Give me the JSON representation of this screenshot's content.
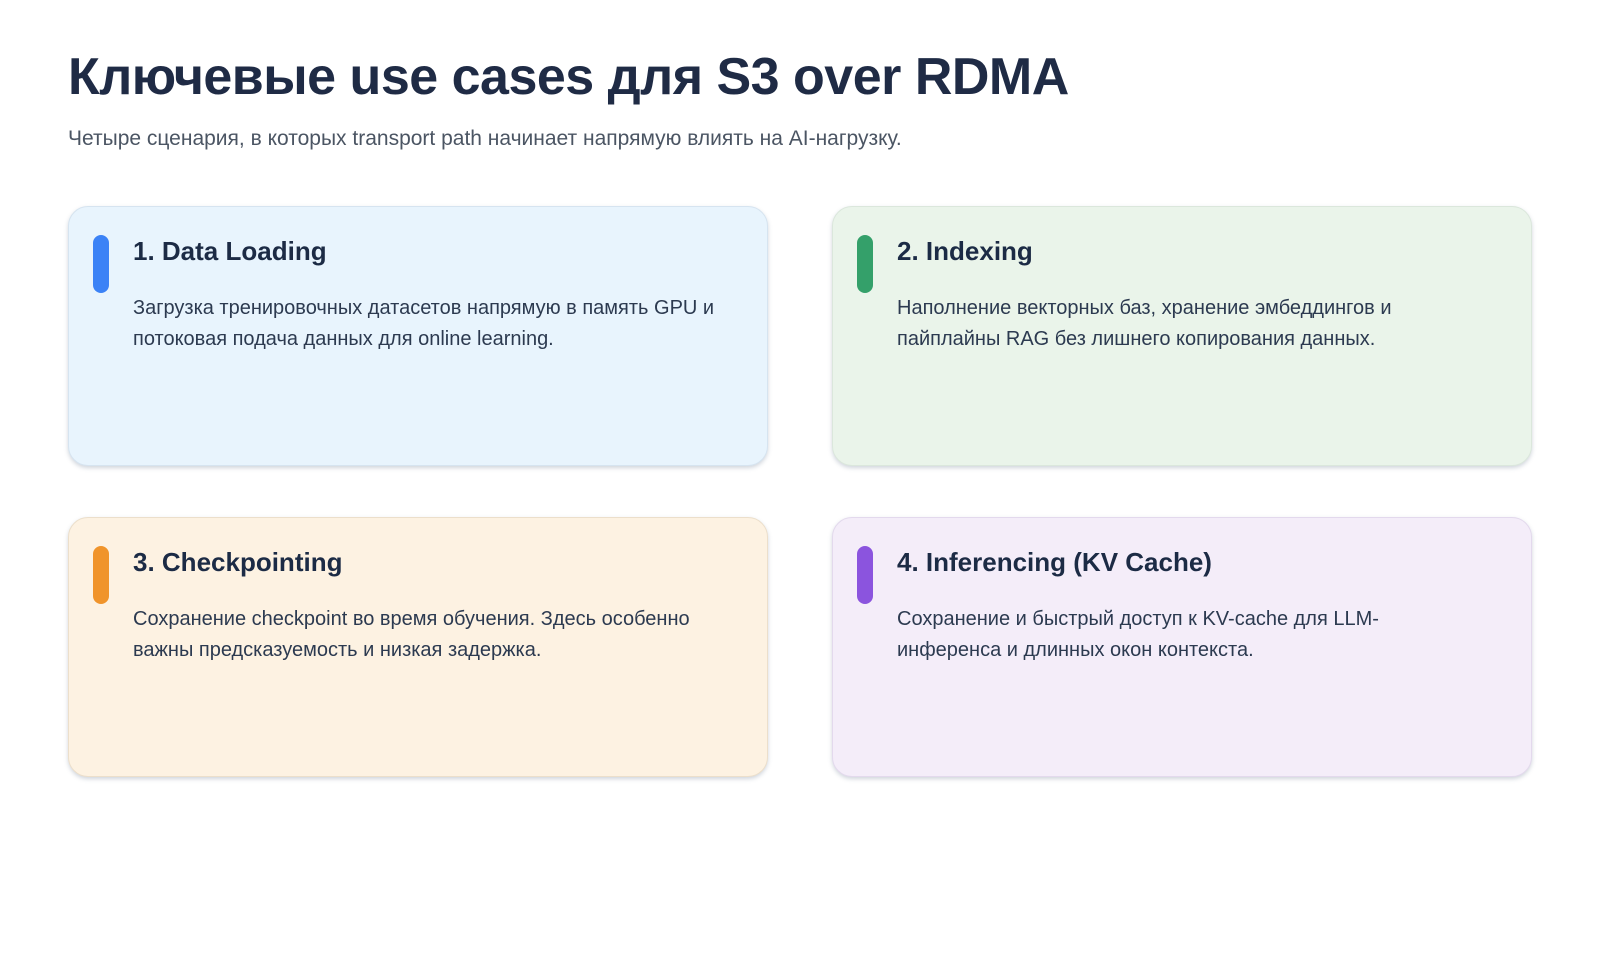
{
  "page": {
    "title": "Ключевые use cases для S3 over RDMA",
    "subtitle": "Четыре сценария, в которых transport path начинает напрямую влиять на AI-нагрузку."
  },
  "colors": {
    "title_text": "#1f2b45",
    "subtitle_text": "#4b5563",
    "card_body_text": "#2c3a50"
  },
  "cards": [
    {
      "title": "1. Data Loading",
      "body": "Загрузка тренировочных датасетов напрямую в память GPU и потоковая подача данных для online learning.",
      "accent": "#3b82f6",
      "background": "#e8f4fd",
      "border": "#d6e4f0"
    },
    {
      "title": "2. Indexing",
      "body": "Наполнение векторных баз, хранение эмбеддингов и пайплайны RAG без лишнего копирования данных.",
      "accent": "#34a06a",
      "background": "#eaf4ea",
      "border": "#dbe7dc"
    },
    {
      "title": "3. Checkpointing",
      "body": "Сохранение checkpoint во время обучения. Здесь особенно важны предсказуемость и низкая задержка.",
      "accent": "#f0942b",
      "background": "#fdf2e2",
      "border": "#ecdfcb"
    },
    {
      "title": "4. Inferencing (KV Cache)",
      "body": "Сохранение и быстрый доступ к KV-cache для LLM-инференса и длинных окон контекста.",
      "accent": "#8b54de",
      "background": "#f4edf9",
      "border": "#e3d9ed"
    }
  ]
}
